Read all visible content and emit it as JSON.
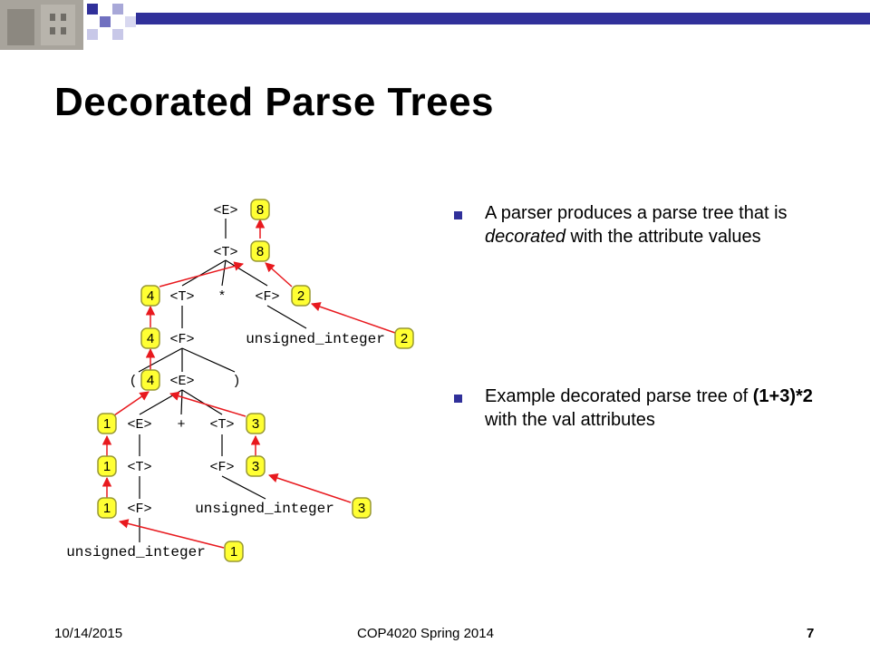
{
  "slide": {
    "title": "Decorated Parse Trees",
    "bullets": [
      {
        "pre": "A parser produces a parse tree that is ",
        "em": "decorated",
        "post": " with the attribute values"
      },
      {
        "pre": "Example decorated parse tree of ",
        "strong": "(1+3)*2",
        "post": " with the val attributes"
      }
    ]
  },
  "footer": {
    "date": "10/14/2015",
    "course": "COP4020 Spring 2014",
    "page": "7"
  },
  "tree": {
    "nodes": {
      "E": "<E>",
      "T": "<T>",
      "F": "<F>",
      "times": "*",
      "plus": "+",
      "lparen": "(",
      "rparen": ")",
      "token": "unsigned_integer"
    },
    "values": {
      "v8a": "8",
      "v8b": "8",
      "v4a": "4",
      "v2a": "2",
      "v4b": "4",
      "v2b": "2",
      "v4c": "4",
      "v1a": "1",
      "v3a": "3",
      "v1b": "1",
      "v3b": "3",
      "v1c": "1",
      "v3c": "3",
      "v1d": "1"
    }
  },
  "colors": {
    "accent": "#30309a",
    "badge": "#ffff33",
    "badgeBorder": "#999933",
    "arrow": "#e8191e",
    "line": "#000000"
  }
}
